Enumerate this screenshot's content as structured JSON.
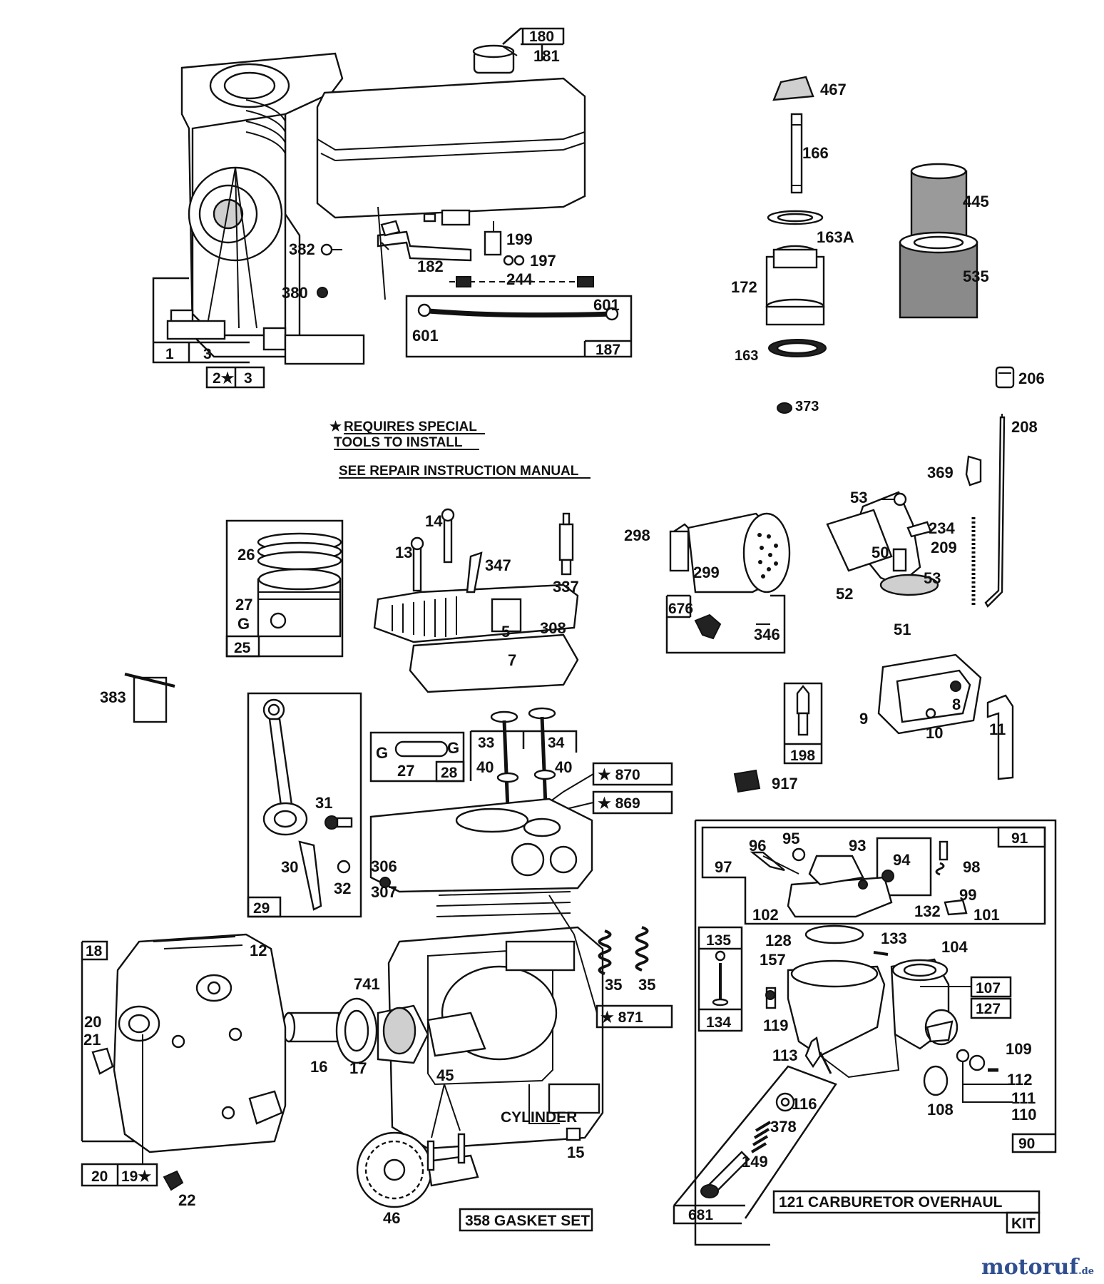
{
  "notes": {
    "special_tools_1": "REQUIRES SPECIAL",
    "special_tools_2": "TOOLS TO INSTALL",
    "repair_manual": "SEE REPAIR INSTRUCTION MANUAL",
    "gasket_set": "358 GASKET SET",
    "carb_kit_1": "121 CARBURETOR OVERHAUL",
    "carb_kit_2": "KIT",
    "cylinder": "CYLINDER"
  },
  "boxed_labels": {
    "b180": "180",
    "b1": "1",
    "b3a": "3",
    "b2s": "2★",
    "b3b": "3",
    "b187": "187",
    "b25": "25",
    "b28": "28",
    "b33": "33",
    "b34": "34",
    "b29": "29",
    "b676": "676",
    "b198": "198",
    "b870": "★ 870",
    "b869": "★ 869",
    "b871": "★ 871",
    "b91": "91",
    "b18": "18",
    "b20b": "20",
    "b19s": "19★",
    "b135": "135",
    "b134": "134",
    "b107": "107",
    "b127": "127",
    "b90": "90",
    "b681": "681"
  },
  "labels": {
    "l181": "181",
    "l467": "467",
    "l166": "166",
    "l445": "445",
    "l163A": "163A",
    "l172": "172",
    "l535": "535",
    "l163": "163",
    "l373": "373",
    "l206": "206",
    "l208": "208",
    "l369": "369",
    "l382": "382",
    "l380": "380",
    "l199": "199",
    "l197": "197",
    "l182": "182",
    "l244": "244",
    "l601a": "601",
    "l601b": "601",
    "l14": "14",
    "l13": "13",
    "l347": "347",
    "l337": "337",
    "l298": "298",
    "l299": "299",
    "l53a": "53",
    "l234": "234",
    "l209": "209",
    "l50": "50",
    "l53b": "53",
    "l52": "52",
    "l51": "51",
    "l26": "26",
    "l27a": "27",
    "l5": "5",
    "l308": "308",
    "l7": "7",
    "l346": "346",
    "l383": "383",
    "l8": "8",
    "l9": "9",
    "l10": "10",
    "l11": "11",
    "l27b": "27",
    "l40a": "40",
    "l40b": "40",
    "l917": "917",
    "l31": "31",
    "l306": "306",
    "l30": "30",
    "l32": "32",
    "l307": "307",
    "l96": "96",
    "l95": "95",
    "l93": "93",
    "l94": "94",
    "l97": "97",
    "l98": "98",
    "l99": "99",
    "l102": "102",
    "l132": "132",
    "l101": "101",
    "l12": "12",
    "l35a": "35",
    "l35b": "35",
    "l128": "128",
    "l133": "133",
    "l104": "104",
    "l157": "157",
    "l741": "741",
    "l21": "21",
    "l16": "16",
    "l17": "17",
    "l119": "119",
    "l113": "113",
    "l109": "109",
    "l112": "112",
    "l111": "111",
    "l110": "110",
    "l108": "108",
    "l116": "116",
    "l378": "378",
    "l149": "149",
    "l45": "45",
    "l15": "15",
    "l22": "22",
    "l46": "46"
  },
  "watermark": {
    "brand": "motoruf",
    "tld": ".de"
  }
}
